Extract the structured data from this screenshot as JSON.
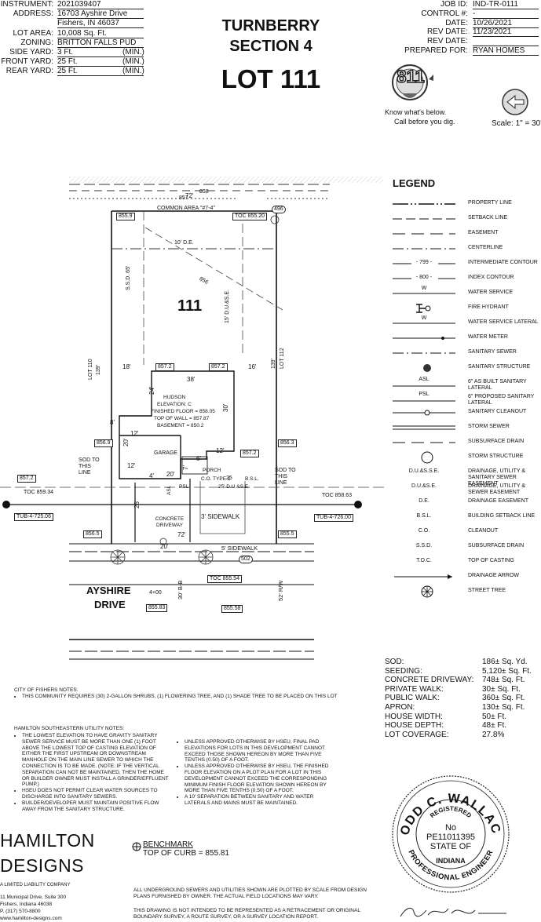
{
  "header_left": [
    {
      "label": "INSTRUMENT:",
      "value": "2021039407",
      "min": ""
    },
    {
      "label": "ADDRESS:",
      "value": "16703 Ayshire Drive",
      "min": ""
    },
    {
      "label": "",
      "value": "Fishers, IN 46037",
      "min": ""
    },
    {
      "label": "LOT AREA:",
      "value": "10,008 Sq. Ft.",
      "min": ""
    },
    {
      "label": "ZONING:",
      "value": "BRITTON FALLS PUD",
      "min": ""
    },
    {
      "label": "SIDE YARD:",
      "value": "3 Ft.",
      "min": "(MIN.)"
    },
    {
      "label": "FRONT YARD:",
      "value": "25 Ft.",
      "min": "(MIN.)"
    },
    {
      "label": "REAR YARD:",
      "value": "25 Ft.",
      "min": "(MIN.)"
    }
  ],
  "title": {
    "line1": "TURNBERRY",
    "line2": "SECTION 4",
    "line3": "LOT 111"
  },
  "header_right": [
    {
      "label": "JOB ID:",
      "value": "IND-TR-0111"
    },
    {
      "label": "CONTROL #:",
      "value": "-"
    },
    {
      "label": "DATE:",
      "value": "10/26/2021"
    },
    {
      "label": "REV DATE:",
      "value": "11/23/2021"
    },
    {
      "label": "REV DATE:",
      "value": ""
    },
    {
      "label": "PREPARED FOR:",
      "value": "RYAN HOMES"
    }
  ],
  "badge_811": {
    "number": "811",
    "line1": "Know what's below.",
    "line2": "Call before you dig."
  },
  "scale": "Scale: 1\" = 30'",
  "legend_title": "LEGEND",
  "legend": [
    {
      "sym": "",
      "text": "PROPERTY LINE"
    },
    {
      "sym": "",
      "text": "SETBACK LINE"
    },
    {
      "sym": "",
      "text": "EASEMENT"
    },
    {
      "sym": "",
      "text": "CENTERLINE"
    },
    {
      "sym": "- 799 -",
      "text": "INTERMEDIATE CONTOUR"
    },
    {
      "sym": "- 800 -",
      "text": "INDEX CONTOUR"
    },
    {
      "sym": "W",
      "text": "WATER SERVICE"
    },
    {
      "sym": "",
      "text": "FIRE HYDRANT"
    },
    {
      "sym": "W",
      "text": "WATER SERVICE LATERAL"
    },
    {
      "sym": "",
      "text": "WATER METER"
    },
    {
      "sym": "",
      "text": "SANITARY SEWER"
    },
    {
      "sym": "",
      "text": "SANITARY STRUCTURE"
    },
    {
      "sym": "ASL",
      "text": "6\" AS BUILT SANITARY LATERAL"
    },
    {
      "sym": "PSL",
      "text": "6\" PROPOSED SANITARY LATERAL"
    },
    {
      "sym": "",
      "text": "SANITARY CLEANOUT"
    },
    {
      "sym": "",
      "text": "STORM SEWER"
    },
    {
      "sym": "",
      "text": "SUBSURFACE DRAIN"
    },
    {
      "sym": "",
      "text": "STORM STRUCTURE"
    },
    {
      "sym": "D.U.&S.S.E.",
      "text": "DRAINAGE, UTILITY & SANITARY SEWER EASEMENT"
    },
    {
      "sym": "D.U.&S.E.",
      "text": "DRAINAGE, UTILITY & SEWER EASEMENT"
    },
    {
      "sym": "D.E.",
      "text": "DRAINAGE EASEMENT"
    },
    {
      "sym": "B.S.L.",
      "text": "BUILDING SETBACK LINE"
    },
    {
      "sym": "C.O.",
      "text": "CLEANOUT"
    },
    {
      "sym": "S.S.D.",
      "text": "SUBSURFACE DRAIN"
    },
    {
      "sym": "T.O.C.",
      "text": "TOP OF CASTING"
    },
    {
      "sym": "",
      "text": "DRAINAGE ARROW"
    },
    {
      "sym": "",
      "text": "STREET TREE"
    }
  ],
  "quantities": [
    {
      "label": "SOD:",
      "value": "186± Sq. Yd."
    },
    {
      "label": "SEEDING:",
      "value": "5,120± Sq. Ft."
    },
    {
      "label": "CONCRETE DRIVEWAY:",
      "value": "748± Sq. Ft."
    },
    {
      "label": "PRIVATE WALK:",
      "value": "30± Sq. Ft."
    },
    {
      "label": "PUBLIC WALK:",
      "value": "360± Sq. Ft."
    },
    {
      "label": "APRON:",
      "value": "130± Sq. Ft."
    },
    {
      "label": "HOUSE WIDTH:",
      "value": "50± Ft."
    },
    {
      "label": "HOUSE DEPTH:",
      "value": "48± Ft."
    },
    {
      "label": "LOT COVERAGE:",
      "value": "27.8%"
    }
  ],
  "plan": {
    "lot_number": "111",
    "common_area": "COMMON AREA \"#7-4\"",
    "contour_858": "858",
    "contour_857": "857",
    "contour_856": "856",
    "de_10": "10' D.E.",
    "ssd_65": "S.S.D. 65'",
    "due_15": "15' D.U.&S.E.",
    "lot_110": "LOT 110",
    "lot_112": "LOT 112",
    "side_139a": "139'",
    "side_139b": "139'",
    "rear_72": "72'",
    "front_72": "72'",
    "front_20": "20'",
    "dim_18": "18'",
    "dim_16": "16'",
    "dim_38": "38'",
    "dim_24": "24'",
    "dim_30": "30'",
    "dim_8": "8'",
    "dim_12a": "12'",
    "dim_20a": "20'",
    "dim_12b": "12'",
    "dim_4": "4'",
    "dim_20b": "20'",
    "dim_7": "7'",
    "dim_6": "6'",
    "dim_12c": "12'",
    "dim_26": "26'",
    "dim_25": "25",
    "elev_855_9": "855.9",
    "toc_855_20": "TOC 855.20",
    "tag_496": "496",
    "elev_857_2a": "857.2",
    "elev_857_2b": "857.2",
    "elev_856_9": "856.9",
    "elev_856_3": "856.3",
    "elev_857_2c": "857.2",
    "elev_857_2d": "857.2",
    "elev_856_5": "856.5",
    "elev_855_5": "855.5",
    "house_name": "HUDSON",
    "house_elev": "ELEVATION: C",
    "house_ff": "FINISHED FLOOR = 858.05",
    "house_tow": "TOP OF WALL = 857.87",
    "house_bsmt": "BASEMENT = 850.2",
    "garage": "GARAGE",
    "porch": "PORCH",
    "co_type": "C.O. TYPE 1",
    "bsl": "B.S.L.",
    "due_25": "25' D.U.&S.E.",
    "psl": "PSL",
    "asl": "ASL",
    "sod_left": "SOD TO THIS LINE",
    "sod_right": "SOD TO THIS LINE",
    "toc_left": "TOC 859.34",
    "toc_right": "TOC 858.63",
    "tub_left": "TUB-4-725.06",
    "tub_right": "TUB-4-726.00",
    "concrete_drive": "CONCRETE DRIVEWAY",
    "sidewalk_3": "3' SIDEWALK",
    "sidewalk_5": "5' SIDEWALK",
    "tag_502": "502",
    "toc_855_54": "TOC 855.54",
    "street_1": "AYSHIRE",
    "street_2": "DRIVE",
    "station": "4+00",
    "b_b": "30' B-B",
    "rw": "52' R/W",
    "elev_855_83": "855.83",
    "elev_855_58": "855.58"
  },
  "notes_city_title": "CITY OF FISHERS NOTES:",
  "notes_city": [
    "THIS COMMUNITY REQUIRES (30) 2-GALLON SHRUBS, (1) FLOWERING TREE, AND (1) SHADE TREE TO BE PLACED ON THIS LOT"
  ],
  "notes_hse_title": "HAMILTON SOUTHEASTERN UTILITY NOTES:",
  "notes_hse_left": [
    "THE LOWEST ELEVATION TO HAVE GRAVITY SANITARY SEWER SERVICE MUST BE MORE THAN ONE (1) FOOT ABOVE THE LOWEST TOP OF CASTING ELEVATION OF EITHER THE FIRST UPSTREAM OR DOWNSTREAM MANHOLE ON THE MAIN LINE SEWER TO WHICH THE CONNECTION IS TO BE MADE. (NOTE: IF THE VERTICAL SEPARATION CAN NOT BE MAINTAINED, THEN THE HOME OR BUILDER OWNER MUST INSTALL A GRINDER/EFFLUENT PUMP.)",
    "HSEU DOES NOT PERMIT CLEAR WATER SOURCES TO DISCHARGE INTO SANITARY SEWERS.",
    "BUILDER/DEVELOPER MUST MAINTAIN POSITIVE FLOW AWAY FROM THE SANITARY STRUCTURE."
  ],
  "notes_hse_right": [
    "UNLESS APPROVED OTHERWISE BY HSEU, FINAL PAD ELEVATIONS FOR LOTS IN THIS DEVELOPMENT CANNOT EXCEED THOSE SHOWN HEREON BY MORE THAN FIVE TENTHS (0.50) OF A FOOT.",
    "UNLESS APPROVED OTHERWISE BY HSEU, THE FINISHED FLOOR ELEVATION ON A PLOT PLAN FOR A LOT IN THIS DEVELOPMENT CANNOT EXCEED THE CORRESPONDING MINIMUM FINISH FLOOR ELEVATION SHOWN HEREON BY MORE THAN FIVE TENTHS (0.50) OF A FOOT.",
    "A 10' SEPARATION BETWEEN SANITARY AND WATER LATERALS AND MAINS MUST BE MAINTAINED."
  ],
  "company": {
    "name1": "HAMILTON",
    "name2": "DESIGNS",
    "llc": "A LIMITED LIABILITY COMPANY",
    "addr1": "11 Municipal Drive, Suite 300",
    "addr2": "Fishers, Indiana 46038",
    "phone": "P. (317) 570-8800",
    "web": "www.hamilton-designs.com"
  },
  "benchmark": {
    "line1": "BENCHMARK",
    "line2": "TOP OF CURB = 855.81"
  },
  "disclaimer1": "ALL UNDERGROUND SEWERS AND UTILITIES SHOWN ARE PLOTTED BY SCALE FROM DESIGN PLANS FURNISHED BY OWNER.  THE ACTUAL FIELD LOCATIONS MAY VARY.",
  "disclaimer2": "THIS DRAWING IS NOT INTENDED TO BE REPRESENTED AS A RETRACEMENT OR ORIGINAL BOUNDARY SURVEY, A ROUTE SURVEY, OR A SURVEY LOCATION REPORT.",
  "seal": {
    "arc_top": "TODD C. WALLACE",
    "registered": "REGISTERED",
    "no": "No",
    "number": "PE11011395",
    "state_of": "STATE OF",
    "indiana": "INDIANA",
    "arc_bottom": "PROFESSIONAL ENGINEER"
  }
}
